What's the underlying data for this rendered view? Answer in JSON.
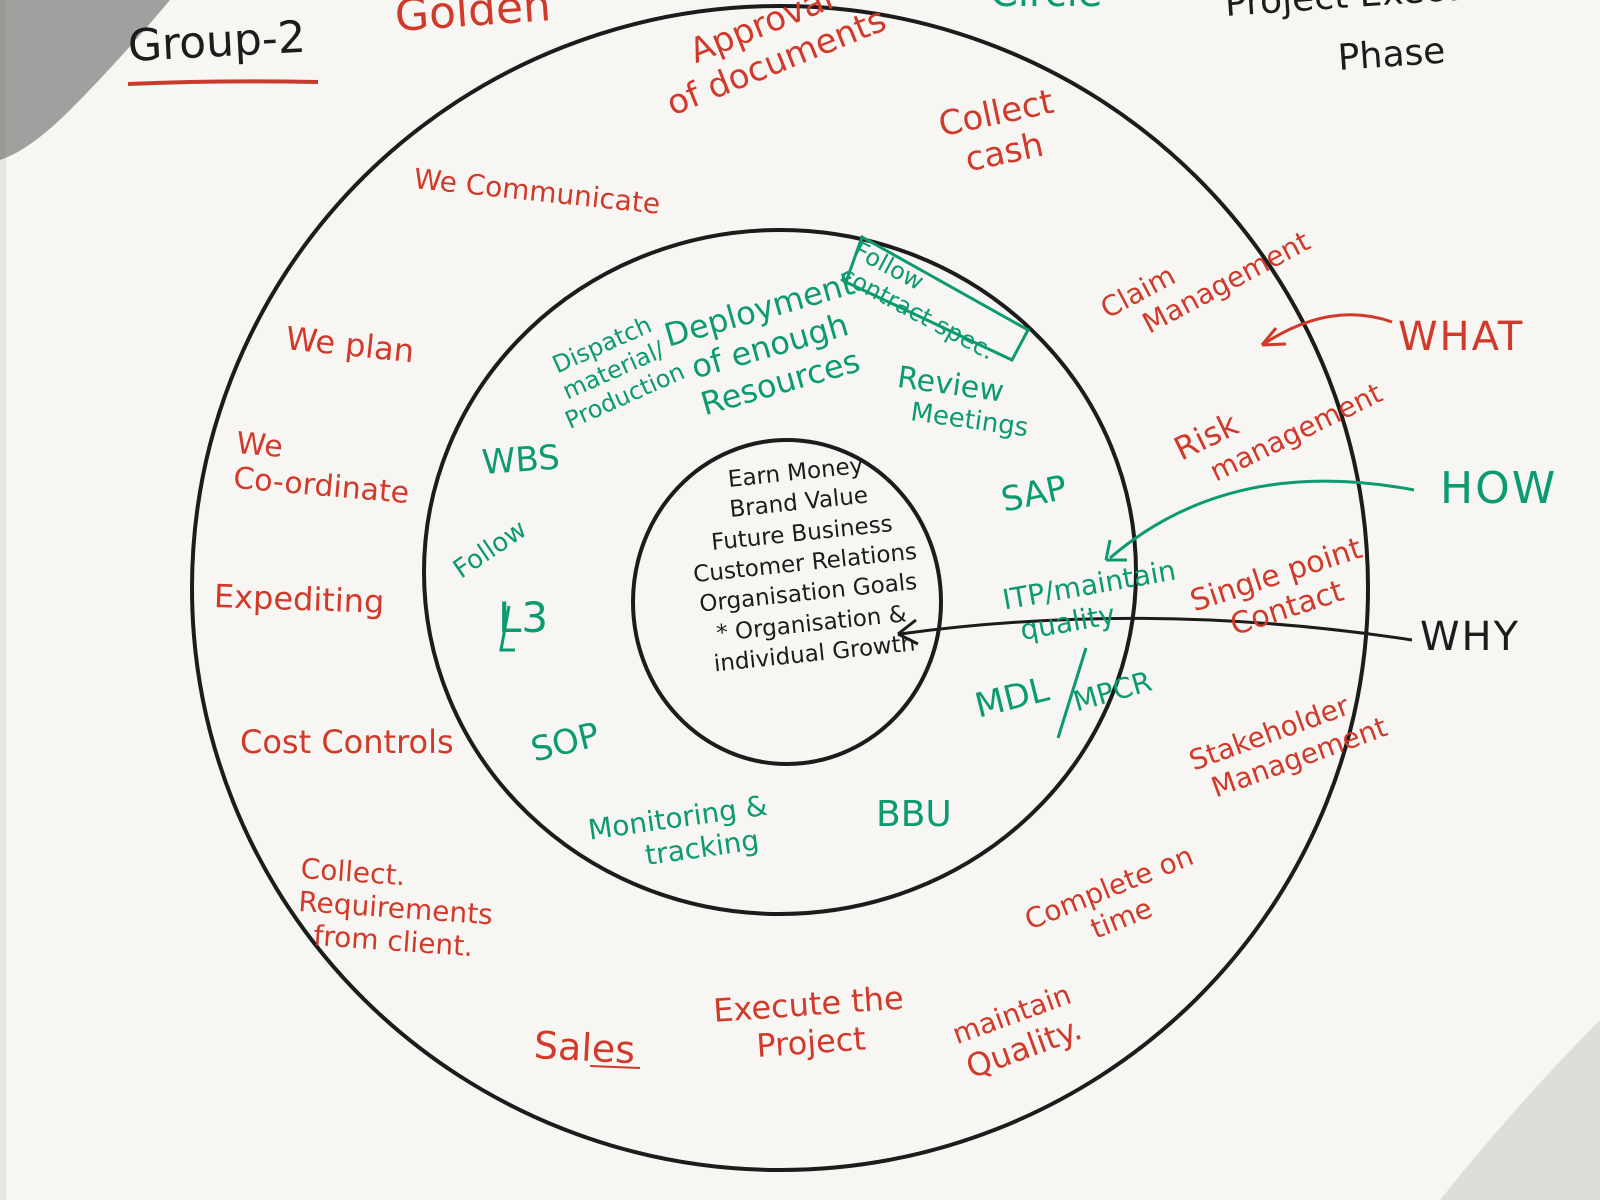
{
  "header": {
    "group": "Group-2",
    "golden": "Golden",
    "circle": "Circle",
    "phase_line1": "Project Execution",
    "phase_line2": "Phase"
  },
  "outer_ring": {
    "approval": [
      "Approval",
      "of documents"
    ],
    "collect_cash": [
      "Collect",
      "cash"
    ],
    "we_communicate": "We Communicate",
    "we_plan": "We plan",
    "we_coordinate": [
      "We",
      "Co-ordinate"
    ],
    "expediting": "Expediting",
    "cost_controls": "Cost Controls",
    "collect_req": [
      "Collect.",
      "Requirements",
      "from client."
    ],
    "sales": "Sales",
    "execute": [
      "Execute the",
      "Project"
    ],
    "complete": [
      "Complete on",
      "time"
    ],
    "maintain": [
      "maintain",
      "Quality."
    ],
    "claim": [
      "Claim",
      "Management"
    ],
    "risk": [
      "Risk",
      "management"
    ],
    "single_point": [
      "Single point",
      "Contact"
    ],
    "stakeholder": [
      "Stakeholder",
      "Management"
    ]
  },
  "middle_ring": {
    "dispatch": [
      "Dispatch",
      "material/",
      "Production"
    ],
    "deployment": [
      "Deployment",
      "of enough",
      "Resources"
    ],
    "follow_contract": [
      "Follow",
      "contract spec."
    ],
    "review": [
      "Review",
      "Meetings"
    ],
    "wbs": "WBS",
    "sap": "SAP",
    "follow_l3": [
      "Follow",
      "L3"
    ],
    "itp": [
      "ITP/maintain",
      "quality"
    ],
    "mdl": "MDL",
    "mpcr": "MPCR",
    "sop": "SOP",
    "bbu": "BBU",
    "monitoring": [
      "Monitoring &",
      "tracking"
    ]
  },
  "core": {
    "lines": [
      "Earn Money",
      "Brand Value",
      "Future Business",
      "Customer Relations",
      "Organisation Goals",
      "* Organisation &",
      "individual Growth"
    ]
  },
  "labels": {
    "what": "WHAT",
    "how": "HOW",
    "why": "WHY"
  },
  "colors": {
    "red_marker": "#d13a2a",
    "green_marker": "#0c9a70",
    "black_marker": "#1c1c1c",
    "paper": "#f7f6f3"
  }
}
